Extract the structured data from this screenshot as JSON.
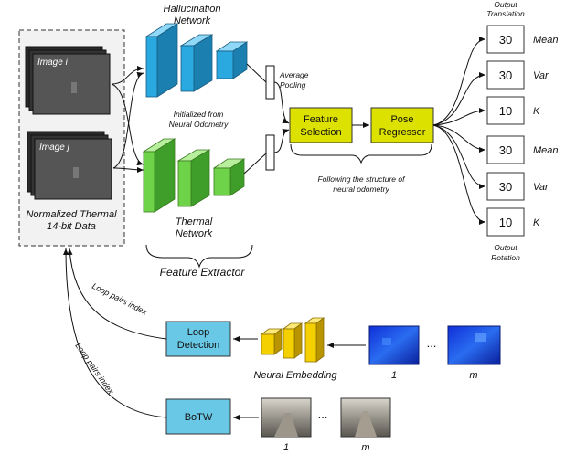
{
  "hallucination_network": {
    "line1": "Hallucination",
    "line2": "Network"
  },
  "thermal_network": {
    "line1": "Thermal",
    "line2": "Network"
  },
  "images": {
    "image_i": "Image i",
    "image_j": "Image j"
  },
  "input_caption": {
    "line1": "Normalized Thermal",
    "line2": "14-bit Data"
  },
  "initialized_note": {
    "line1": "Initialized from",
    "line2": "Neural Odometry"
  },
  "average_pooling": {
    "line1": "Average",
    "line2": "Pooling"
  },
  "feature_selection": {
    "line1": "Feature",
    "line2": "Selection"
  },
  "pose_regressor": {
    "line1": "Pose",
    "line2": "Regressor"
  },
  "structure_note": {
    "line1": "Following the structure of",
    "line2": "neural odometry"
  },
  "feature_extractor": "Feature Extractor",
  "output_translation": {
    "line1": "Output",
    "line2": "Translation"
  },
  "output_rotation": {
    "line1": "Output",
    "line2": "Rotation"
  },
  "outputs": [
    {
      "value": "30",
      "label": "Mean"
    },
    {
      "value": "30",
      "label": "Var"
    },
    {
      "value": "10",
      "label": "K"
    },
    {
      "value": "30",
      "label": "Mean"
    },
    {
      "value": "30",
      "label": "Var"
    },
    {
      "value": "10",
      "label": "K"
    }
  ],
  "loop_detection": {
    "line1": "Loop",
    "line2": "Detection"
  },
  "botw": "BoTW",
  "neural_embedding": "Neural Embedding",
  "loop_pairs_index": "Loop pairs index",
  "thermal_sequence": {
    "first": "1",
    "last": "m",
    "ellipsis": "..."
  },
  "rgb_sequence": {
    "first": "1",
    "last": "m",
    "ellipsis": "..."
  },
  "colors": {
    "cyan": "#29a9e0",
    "green": "#6fd34a",
    "yellow": "#f5d000",
    "lime": "#dde100",
    "teal": "#69c8e6"
  }
}
